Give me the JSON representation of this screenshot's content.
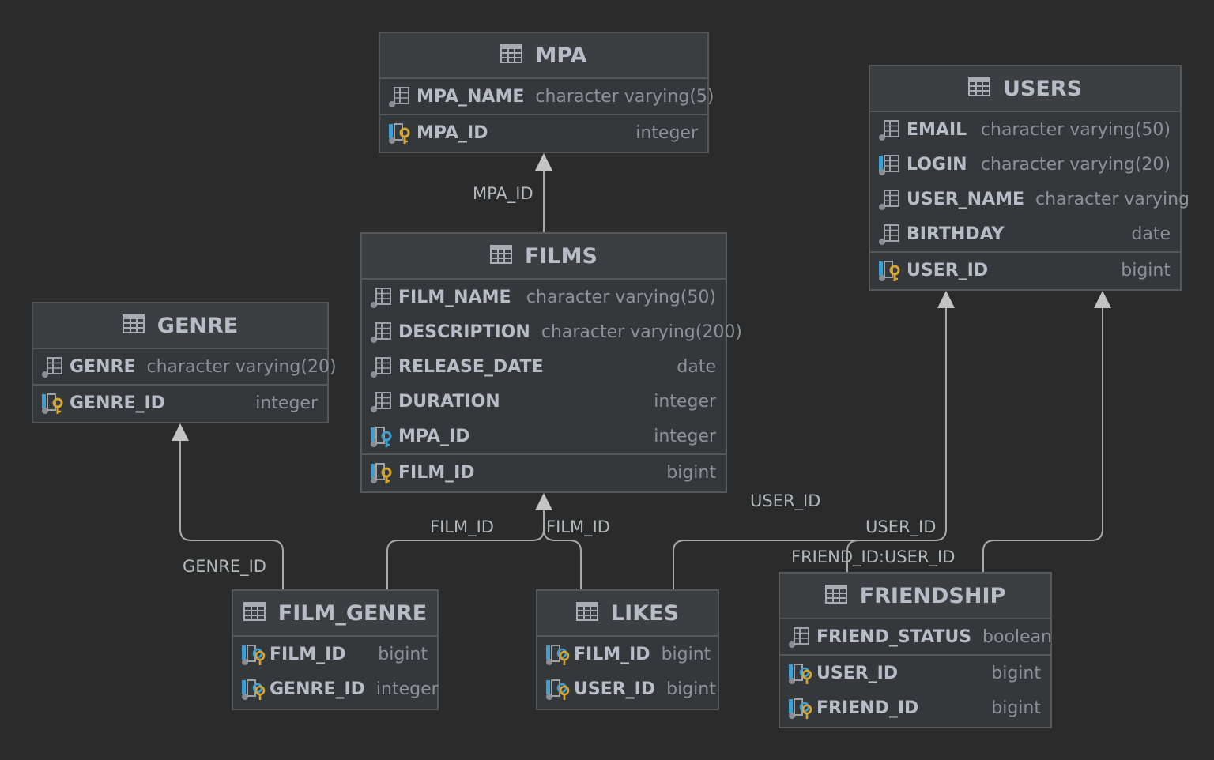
{
  "colors": {
    "background": "#2b2b2b",
    "table_fill": "#35383b",
    "table_border": "#55585b",
    "text": "#b7bdc6",
    "type_text": "#8d9297",
    "connector": "#a9a9a9",
    "key_gold": "#d9a531",
    "key_blue": "#3f9fd1"
  },
  "tables": {
    "mpa": {
      "name": "MPA",
      "columns": [
        {
          "name": "MPA_NAME",
          "type": "character varying(5)",
          "icon": "column-icon"
        }
      ],
      "key": {
        "name": "MPA_ID",
        "type": "integer",
        "icon": "primary-key-icon"
      }
    },
    "users": {
      "name": "USERS",
      "columns": [
        {
          "name": "EMAIL",
          "type": "character varying(50)",
          "icon": "column-icon"
        },
        {
          "name": "LOGIN",
          "type": "character varying(20)",
          "icon": "indexed-column-icon"
        },
        {
          "name": "USER_NAME",
          "type": "character varying",
          "icon": "column-icon"
        },
        {
          "name": "BIRTHDAY",
          "type": "date",
          "icon": "column-icon"
        }
      ],
      "key": {
        "name": "USER_ID",
        "type": "bigint",
        "icon": "primary-key-icon"
      }
    },
    "films": {
      "name": "FILMS",
      "columns": [
        {
          "name": "FILM_NAME",
          "type": "character varying(50)",
          "icon": "column-icon"
        },
        {
          "name": "DESCRIPTION",
          "type": "character varying(200)",
          "icon": "column-icon"
        },
        {
          "name": "RELEASE_DATE",
          "type": "date",
          "icon": "column-icon"
        },
        {
          "name": "DURATION",
          "type": "integer",
          "icon": "column-icon"
        },
        {
          "name": "MPA_ID",
          "type": "integer",
          "icon": "foreign-key-icon"
        }
      ],
      "key": {
        "name": "FILM_ID",
        "type": "bigint",
        "icon": "primary-key-icon"
      }
    },
    "genre": {
      "name": "GENRE",
      "columns": [
        {
          "name": "GENRE",
          "type": "character varying(20)",
          "icon": "column-icon"
        }
      ],
      "key": {
        "name": "GENRE_ID",
        "type": "integer",
        "icon": "primary-key-icon"
      }
    },
    "film_genre": {
      "name": "FILM_GENRE",
      "columns": [],
      "keys": [
        {
          "name": "FILM_ID",
          "type": "bigint",
          "icon": "foreign-primary-key-icon"
        },
        {
          "name": "GENRE_ID",
          "type": "integer",
          "icon": "foreign-primary-key-icon"
        }
      ]
    },
    "likes": {
      "name": "LIKES",
      "columns": [],
      "keys": [
        {
          "name": "FILM_ID",
          "type": "bigint",
          "icon": "foreign-primary-key-icon"
        },
        {
          "name": "USER_ID",
          "type": "bigint",
          "icon": "foreign-primary-key-icon"
        }
      ]
    },
    "friendship": {
      "name": "FRIENDSHIP",
      "columns": [
        {
          "name": "FRIEND_STATUS",
          "type": "boolean",
          "icon": "column-icon"
        }
      ],
      "keys": [
        {
          "name": "USER_ID",
          "type": "bigint",
          "icon": "foreign-primary-key-icon"
        },
        {
          "name": "FRIEND_ID",
          "type": "bigint",
          "icon": "foreign-primary-key-icon"
        }
      ]
    }
  },
  "relations": {
    "films_mpa": "MPA_ID",
    "film_genre_genre": "GENRE_ID",
    "film_genre_films": "FILM_ID",
    "likes_films": "FILM_ID",
    "likes_users": "USER_ID",
    "friendship_user": "USER_ID",
    "friendship_friend": "FRIEND_ID:USER_ID"
  }
}
